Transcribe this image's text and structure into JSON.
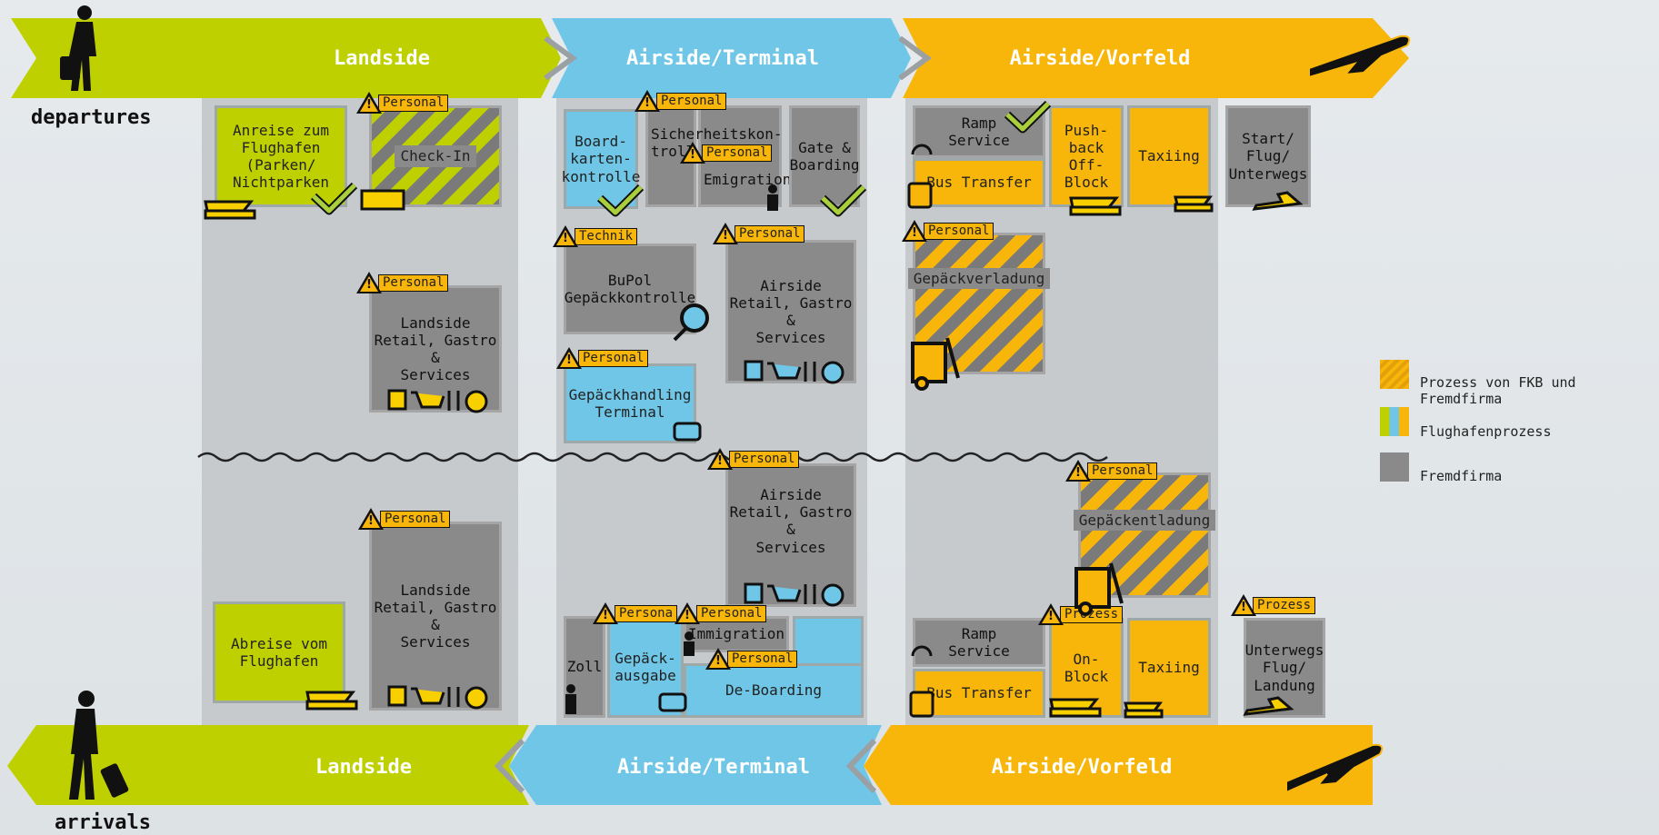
{
  "labels": {
    "departures": "departures",
    "arrivals": "arrivals"
  },
  "headers": {
    "dep": [
      "Landside",
      "Airside/Terminal",
      "Airside/Vorfeld"
    ],
    "arr": [
      "Landside",
      "Airside/Terminal",
      "Airside/Vorfeld"
    ]
  },
  "colors": {
    "landside": "#bfd000",
    "terminal": "#6fc6e6",
    "vorfeld": "#f8b60a",
    "fremd": "#8a8a8a"
  },
  "boxes": {
    "anreise": "Anreise zum\nFlughafen\n(Parken/\nNichtparken",
    "checkin": "Check-In",
    "landside_retail_dep": "Landside\nRetail, Gastro &\nServices",
    "boardkarten": "Board-\nkarten-\nkontrolle",
    "sicherheit": "Sicherheitskon-\ntroll",
    "emigration": "Emigration",
    "gate": "Gate &\nBoarding",
    "bupol": "BuPol\nGepäckkontrolle",
    "airside_retail_dep": "Airside\nRetail, Gastro &\nServices",
    "gepaeckhandling": "Gepäckhandling\nTerminal",
    "ramp_dep": "Ramp\nService",
    "bus_dep": "Bus Transfer",
    "pushback": "Push-\nback\nOff-\nBlock",
    "taxiing_dep": "Taxiing",
    "start": "Start/\nFlug/\nUnterwegs",
    "gepaeckverladung": "Gepäckverladung",
    "landside_retail_arr": "Landside\nRetail, Gastro &\nServices",
    "abreise": "Abreise vom\nFlughafen",
    "airside_retail_arr": "Airside\nRetail, Gastro &\nServices",
    "zoll": "Zoll",
    "gepaeckausgabe": "Gepäck-\nausgabe",
    "immigration": "Immigration",
    "deboarding": "De-Boarding",
    "gepaeckentladung": "Gepäckentladung",
    "ramp_arr": "Ramp\nService",
    "bus_arr": "Bus Transfer",
    "onblock": "On-\nBlock",
    "taxiing_arr": "Taxiing",
    "unterwegs": "Unterwegs\nFlug/\nLandung"
  },
  "warnings": {
    "personal": "Personal",
    "technik": "Technik",
    "prozess": "Prozess",
    "personal_cut": "Persona"
  },
  "legend": [
    {
      "text": "Prozess von FKB und Fremdfirma"
    },
    {
      "text": "Flughafenprozess"
    },
    {
      "text": "Fremdfirma"
    }
  ]
}
